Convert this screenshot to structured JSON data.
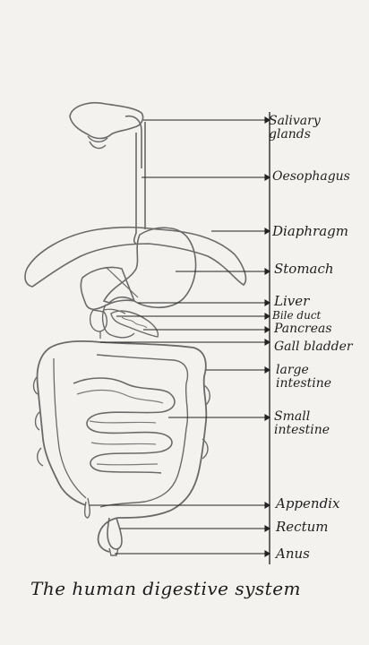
{
  "labels": {
    "salivary": "Salivary glands",
    "oesophagus": "Oesophagus",
    "diaphragm": "Diaphragm",
    "stomach": "Stomach",
    "liver": "Liver",
    "bile_duct": "Bile duct",
    "pancreas": "Pancreas",
    "gall_bladder": "Gall bladder",
    "large_intestine": "large intestine",
    "small_intestine": "Small intestine",
    "appendix": "Appendix",
    "rectum": "Rectum",
    "anus": "Anus"
  },
  "caption": "The human digestive system",
  "colors": {
    "paper": "#f3f2ee",
    "ink": "#1f1f1f",
    "outline": "#6a6a6a"
  }
}
